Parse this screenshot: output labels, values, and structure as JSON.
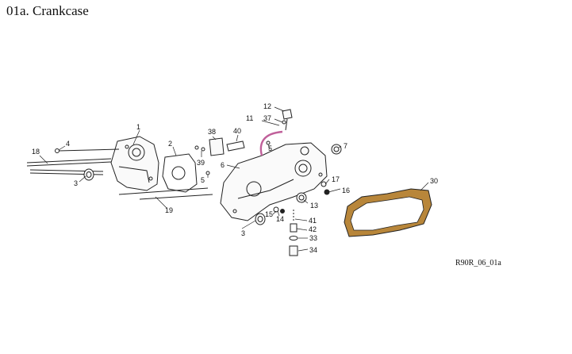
{
  "title": "01a. Crankcase",
  "diagram_ref": "R90R_06_01a",
  "colors": {
    "gasket_fill": "#b8863a",
    "hose": "#c0609a",
    "line": "#222222"
  },
  "callouts": [
    "1",
    "2",
    "3",
    "3",
    "4",
    "5",
    "5",
    "6",
    "7",
    "11",
    "12",
    "13",
    "14",
    "15",
    "16",
    "17",
    "18",
    "19",
    "30",
    "33",
    "34",
    "37",
    "38",
    "39",
    "40",
    "41",
    "42"
  ]
}
